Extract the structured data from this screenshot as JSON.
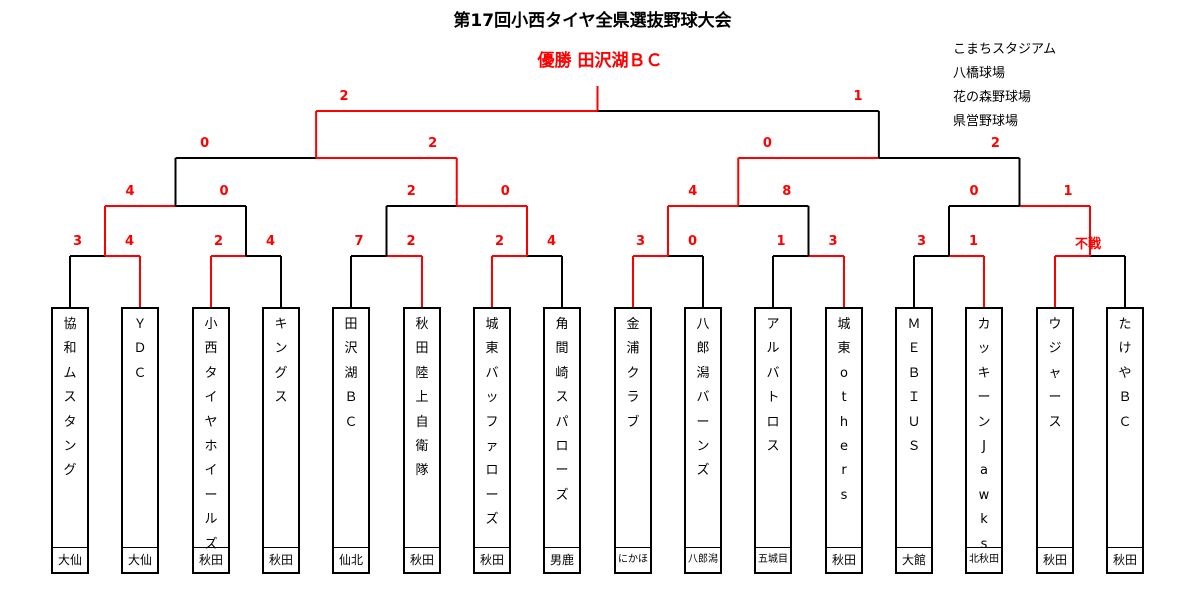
{
  "title": "第17回小西タイヤ全県選抜野球大会",
  "champion": "優勝 田沢湖ＢＣ",
  "venues": [
    "こまちスタジアム",
    "八橋球場",
    "花の森野球場",
    "県営野球場"
  ],
  "teams": [
    {
      "name": "協和ムスタング",
      "area": "大仙"
    },
    {
      "name": "ＹＤＣ",
      "area": "大仙"
    },
    {
      "name": "小西タイヤホイールズ",
      "area": "秋田"
    },
    {
      "name": "キングス",
      "area": "秋田"
    },
    {
      "name": "田沢湖ＢＣ",
      "area": "仙北"
    },
    {
      "name": "秋田陸上自衛隊",
      "area": "秋田"
    },
    {
      "name": "城東バッファローズ",
      "area": "秋田"
    },
    {
      "name": "角間崎スパローズ",
      "area": "男鹿"
    },
    {
      "name": "金浦クラブ",
      "area": "にかほ"
    },
    {
      "name": "八郎潟バーンズ",
      "area": "八郎潟"
    },
    {
      "name": "アルバトロス",
      "area": "五城目"
    },
    {
      "name": "城東others",
      "area": "秋田"
    },
    {
      "name": "ＭＥＢＩＵＳ",
      "area": "大館"
    },
    {
      "name": "カッキーンJawks",
      "area": "北秋田"
    },
    {
      "name": "ウジャース",
      "area": "秋田"
    },
    {
      "name": "たけやＢＣ",
      "area": "秋田"
    }
  ],
  "round1_scores": [
    "3",
    "4",
    "2",
    "4",
    "7",
    "2",
    "2",
    "4",
    "3",
    "0",
    "1",
    "3",
    "3",
    "1",
    "不戦",
    ""
  ],
  "round2_scores": [
    "4",
    "0",
    "2",
    "0",
    "4",
    "8",
    "0",
    "1"
  ],
  "round3_scores": [
    "0",
    "2",
    "0",
    "2"
  ],
  "final_scores": [
    "2",
    "1"
  ]
}
